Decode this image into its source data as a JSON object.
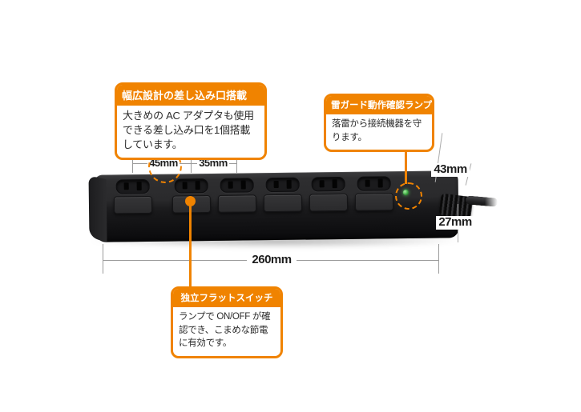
{
  "accent_color": "#f08300",
  "callouts": {
    "wide_socket": {
      "title": "幅広設計の差し込み口搭載",
      "body": "大きめの AC アダプタも使用できる差し込み口を1個搭載しています。"
    },
    "surge_lamp": {
      "title": "雷ガード動作確認ランプ",
      "body": "落雷から接続機器を守ります。"
    },
    "flat_switch": {
      "title": "独立フラットスイッチ",
      "body": "ランプで ON/OFF が確認でき、こまめな節電に有効です。"
    }
  },
  "dimensions": {
    "pitch_wide": "45mm",
    "pitch_normal": "35mm",
    "depth": "43mm",
    "height": "27mm",
    "length": "260mm"
  },
  "product": {
    "outlet_count": 6,
    "led_color": "#41b54a"
  }
}
